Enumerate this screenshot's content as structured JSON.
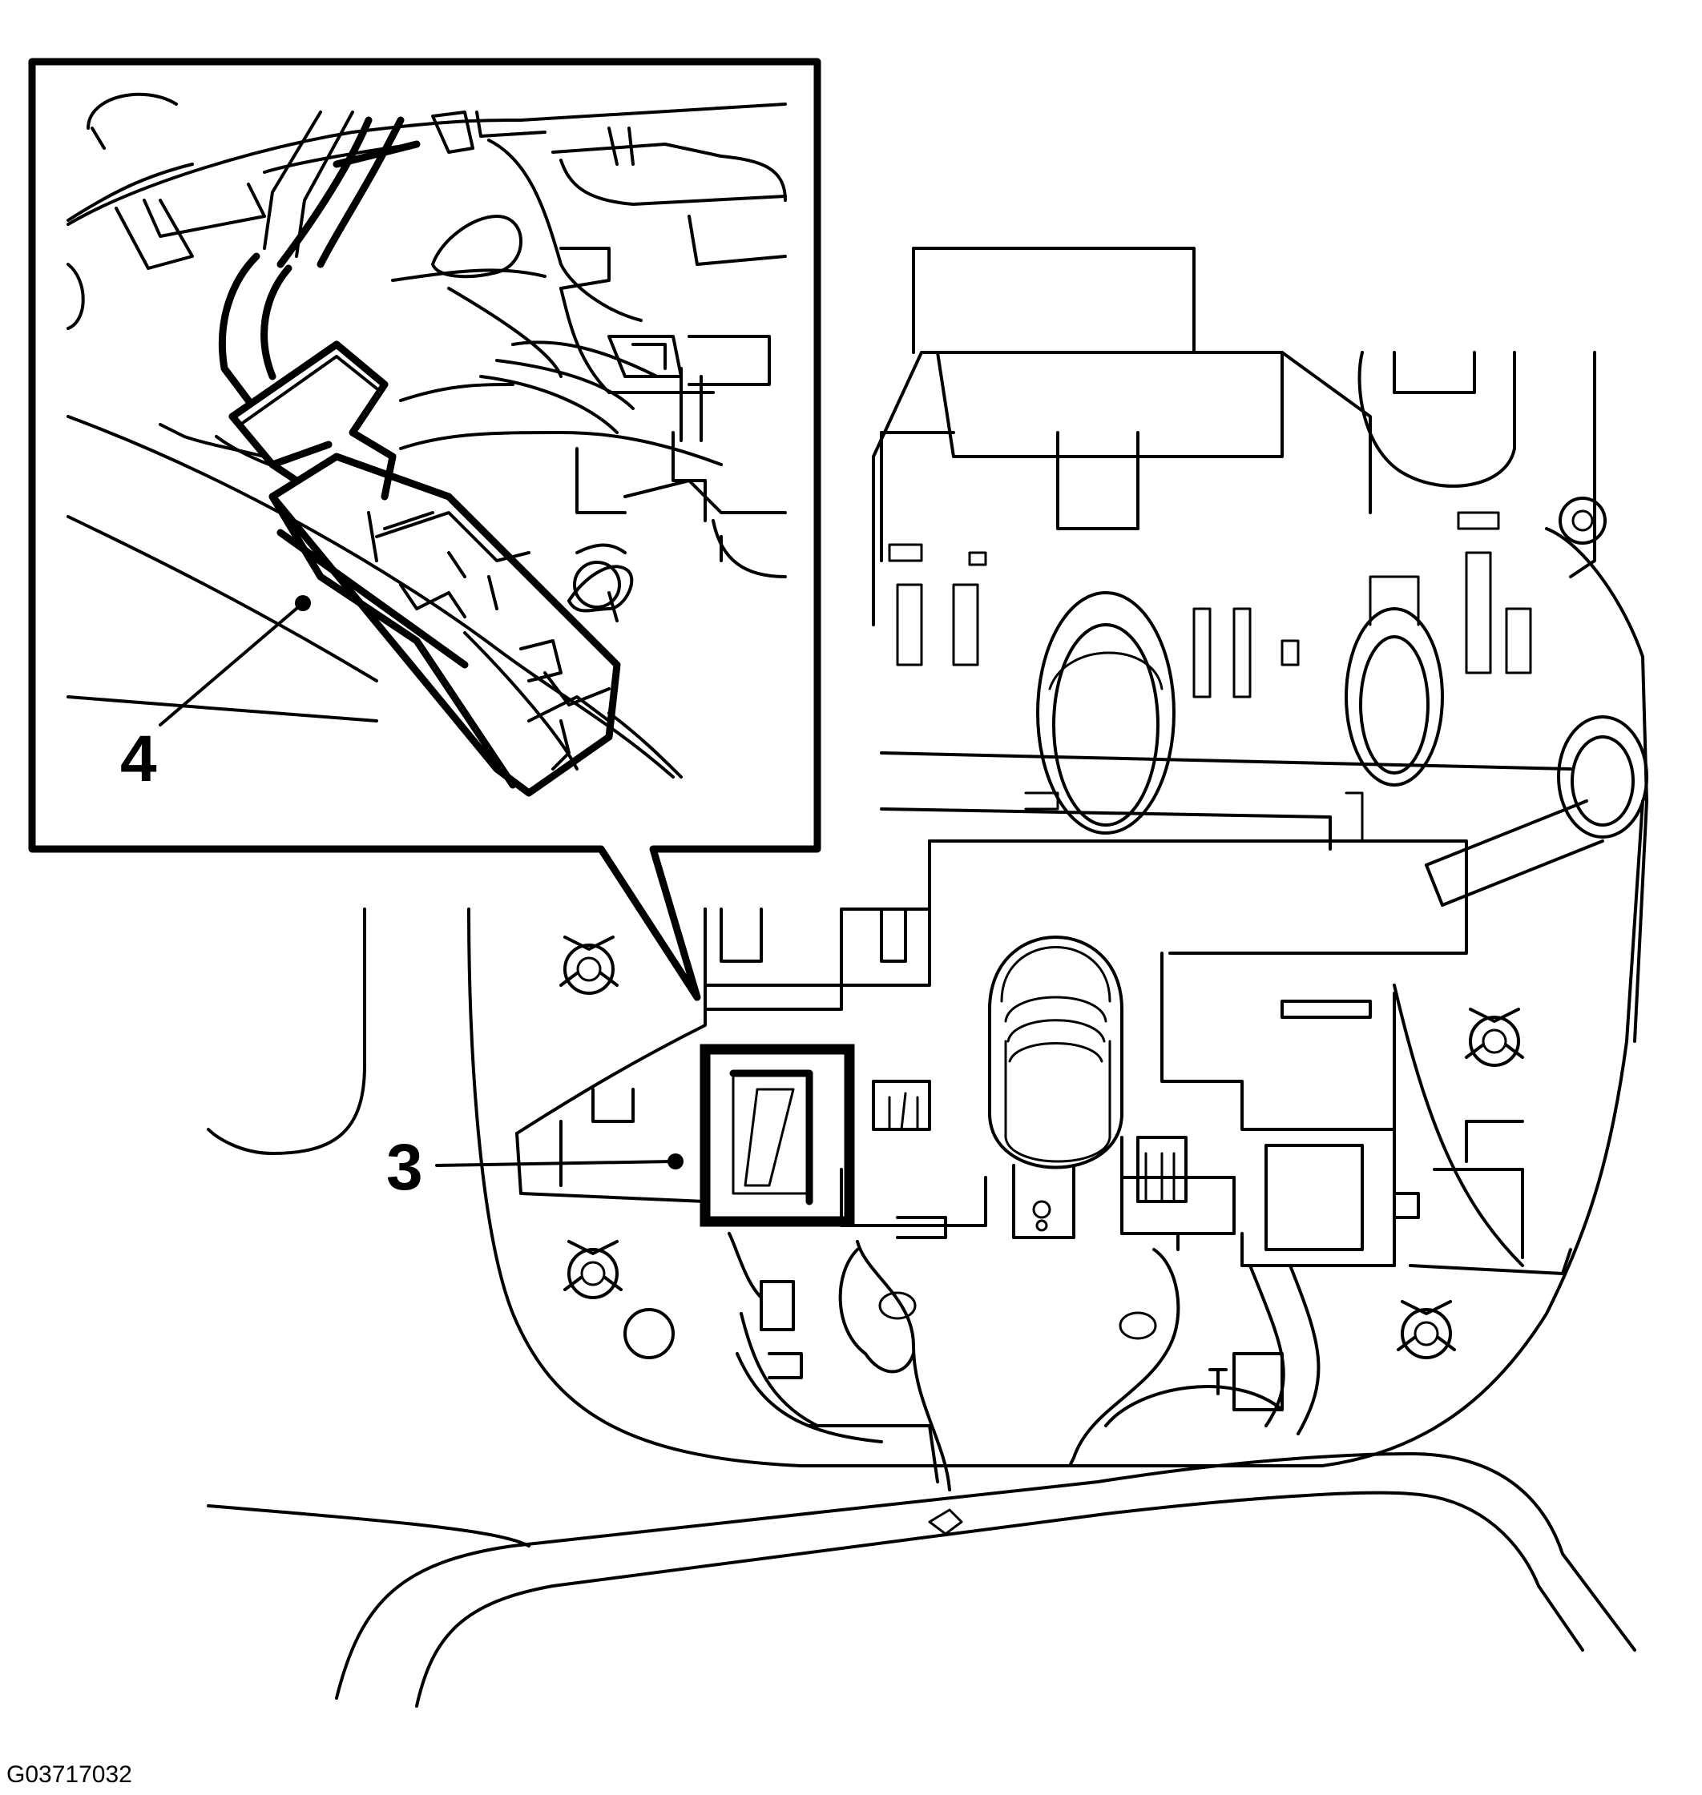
{
  "diagram": {
    "figure_id": "G03717032",
    "callouts": [
      {
        "number": "4",
        "part": "connector"
      },
      {
        "number": "3",
        "part": "switch"
      }
    ],
    "colors": {
      "line": "#000000",
      "background": "#ffffff"
    }
  }
}
